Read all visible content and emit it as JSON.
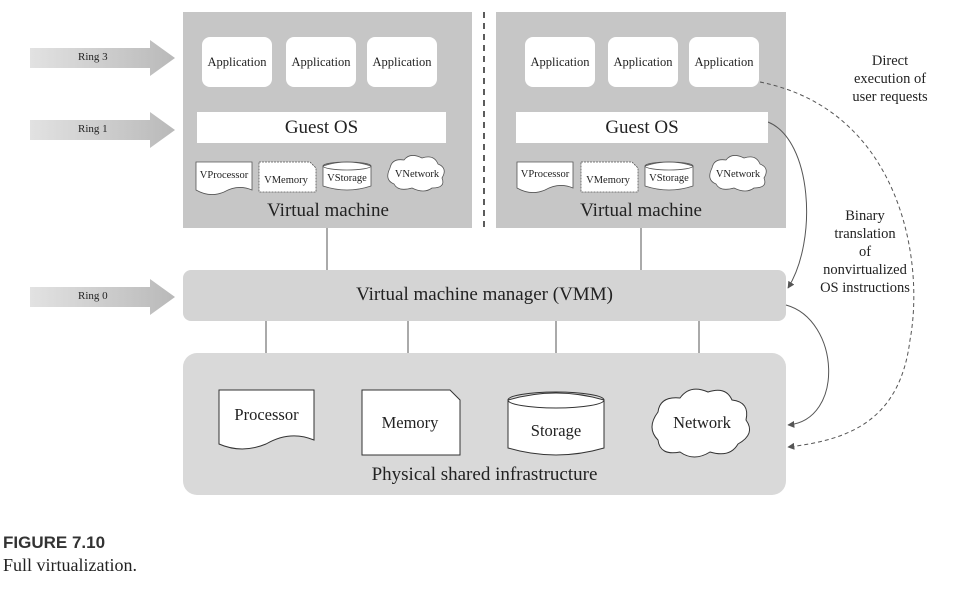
{
  "rings": [
    "Ring 3",
    "Ring 1",
    "Ring 0"
  ],
  "vm_left": {
    "apps": [
      "Application",
      "Application",
      "Application"
    ],
    "guest_os": "Guest OS",
    "resources": [
      "VProcessor",
      "VMemory",
      "VStorage",
      "VNetwork"
    ],
    "label": "Virtual machine"
  },
  "vm_right": {
    "apps": [
      "Application",
      "Application",
      "Application"
    ],
    "guest_os": "Guest OS",
    "resources": [
      "VProcessor",
      "VMemory",
      "VStorage",
      "VNetwork"
    ],
    "label": "Virtual machine"
  },
  "vmm": {
    "label": "Virtual machine manager (VMM)"
  },
  "physical": {
    "resources": [
      "Processor",
      "Memory",
      "Storage",
      "Network"
    ],
    "label": "Physical shared infrastructure"
  },
  "notes": {
    "direct": [
      "Direct",
      "execution of",
      "user requests"
    ],
    "binary": [
      "Binary",
      "translation",
      "of",
      "nonvirtualized",
      "OS instructions"
    ]
  },
  "caption": {
    "title": "FIGURE 7.10",
    "text": "Full virtualization."
  },
  "colors": {
    "vm_fill": "#c6c6c6",
    "vmm_fill": "#d4d4d4",
    "phys_fill": "#d9d9d9",
    "arrow_fill": "#c9c9c9"
  }
}
